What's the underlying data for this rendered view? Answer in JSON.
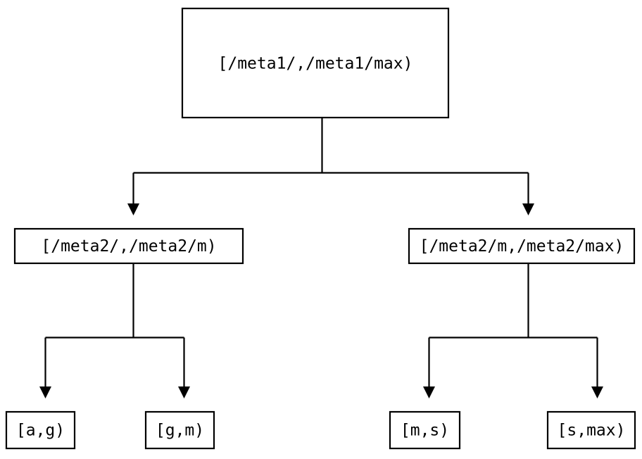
{
  "diagram": {
    "type": "tree",
    "title": "",
    "background_color": "#ffffff",
    "line_color": "#000000",
    "box_fill": "#ffffff",
    "box_stroke": "#000000",
    "text_color": "#000000",
    "nodes": {
      "root": {
        "label": "[/meta1/,/meta1/max)",
        "level": 0
      },
      "mid_left": {
        "label": "[/meta2/,/meta2/m)",
        "level": 1
      },
      "mid_right": {
        "label": "[/meta2/m,/meta2/max)",
        "level": 1
      },
      "leaf_1": {
        "label": "[a,g)",
        "level": 2
      },
      "leaf_2": {
        "label": "[g,m)",
        "level": 2
      },
      "leaf_3": {
        "label": "[m,s)",
        "level": 2
      },
      "leaf_4": {
        "label": "[s,max)",
        "level": 2
      }
    },
    "edges": [
      {
        "from": "root",
        "to": "mid_left",
        "arrow": "down"
      },
      {
        "from": "root",
        "to": "mid_right",
        "arrow": "down"
      },
      {
        "from": "mid_left",
        "to": "leaf_1",
        "arrow": "down"
      },
      {
        "from": "mid_left",
        "to": "leaf_2",
        "arrow": "down"
      },
      {
        "from": "mid_right",
        "to": "leaf_3",
        "arrow": "down"
      },
      {
        "from": "mid_right",
        "to": "leaf_4",
        "arrow": "down"
      }
    ]
  }
}
